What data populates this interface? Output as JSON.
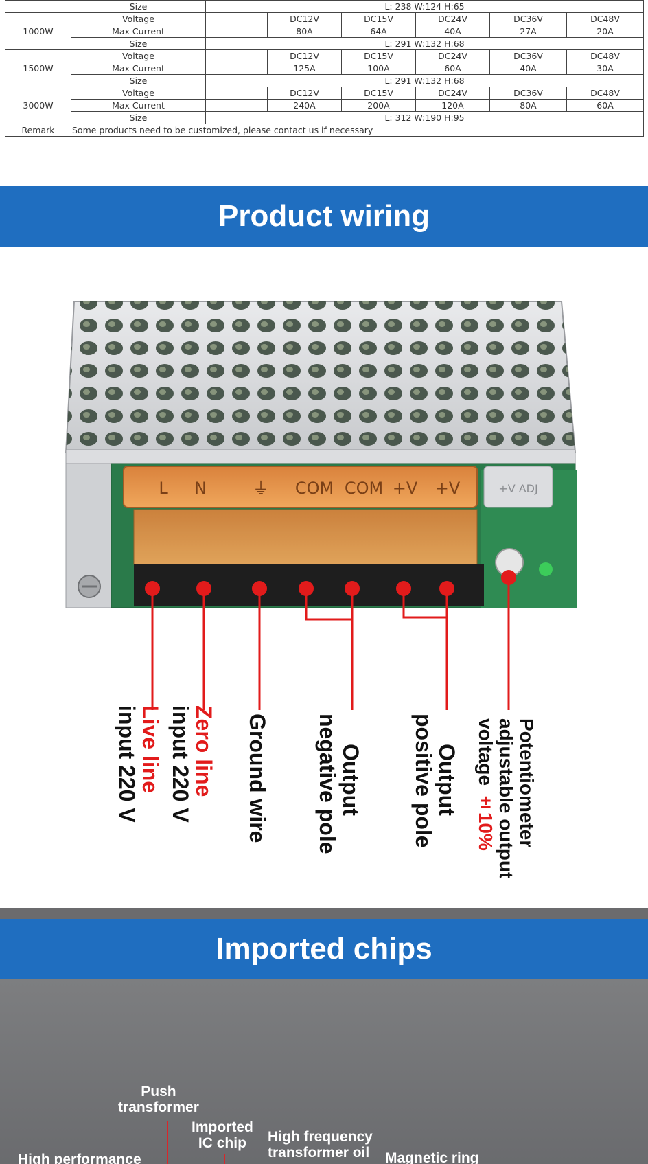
{
  "spec_table": {
    "rows": [
      {
        "power": "",
        "cells": [
          {
            "label": "Size",
            "value": "L:  238 W:124 H:65"
          }
        ]
      },
      {
        "power": "1000W",
        "voltage_label": "Voltage",
        "voltages": [
          "DC12V",
          "DC15V",
          "DC24V",
          "DC36V",
          "DC48V"
        ],
        "current_label": "Max Current",
        "currents": [
          "80A",
          "64A",
          "40A",
          "27A",
          "20A"
        ],
        "size_label": "Size",
        "size": "L:  291 W:132 H:68"
      },
      {
        "power": "1500W",
        "voltage_label": "Voltage",
        "voltages": [
          "DC12V",
          "DC15V",
          "DC24V",
          "DC36V",
          "DC48V"
        ],
        "current_label": "Max Current",
        "currents": [
          "125A",
          "100A",
          "60A",
          "40A",
          "30A"
        ],
        "size_label": "Size",
        "size": "L:  291 W:132 H:68"
      },
      {
        "power": "3000W",
        "voltage_label": "Voltage",
        "voltages": [
          "DC12V",
          "DC15V",
          "DC24V",
          "DC36V",
          "DC48V"
        ],
        "current_label": "Max Current",
        "currents": [
          "240A",
          "200A",
          "120A",
          "80A",
          "60A"
        ],
        "size_label": "Size",
        "size": "L:  312 W:190 H:95"
      }
    ],
    "remark_label": "Remark",
    "remark_text": "Some products need to be customized, please contact us if necessary"
  },
  "wiring": {
    "title": "Product wiring",
    "terminal_markings": [
      "L",
      "N",
      "COM",
      "COM",
      "+V",
      "+V",
      "+V ADJ"
    ],
    "labels": {
      "live_1": "Live line",
      "live_2": "input 220 V",
      "zero_1": "Zero line",
      "zero_2": "input 220 V",
      "ground": "Ground wire",
      "neg_1": "Output",
      "neg_2": "negative pole",
      "pos_1": "Output",
      "pos_2": "positive pole",
      "pot_1": "Potentiometer",
      "pot_2": "adjustable output",
      "pot_3a": "voltage ",
      "pot_3b": "±10%"
    }
  },
  "chips": {
    "title": "Imported chips",
    "labels": {
      "push_1": "Push",
      "push_2": "transformer",
      "ic_1": "Imported",
      "ic_2": "IC chip",
      "hf_1": "High frequency",
      "hf_2": "transformer oil",
      "ring": "Magnetic ring",
      "perf": "High performance"
    }
  },
  "colors": {
    "banner_blue": "#1f6ec0",
    "accent_red": "#e21b1b",
    "chip_bg": "#737477"
  }
}
